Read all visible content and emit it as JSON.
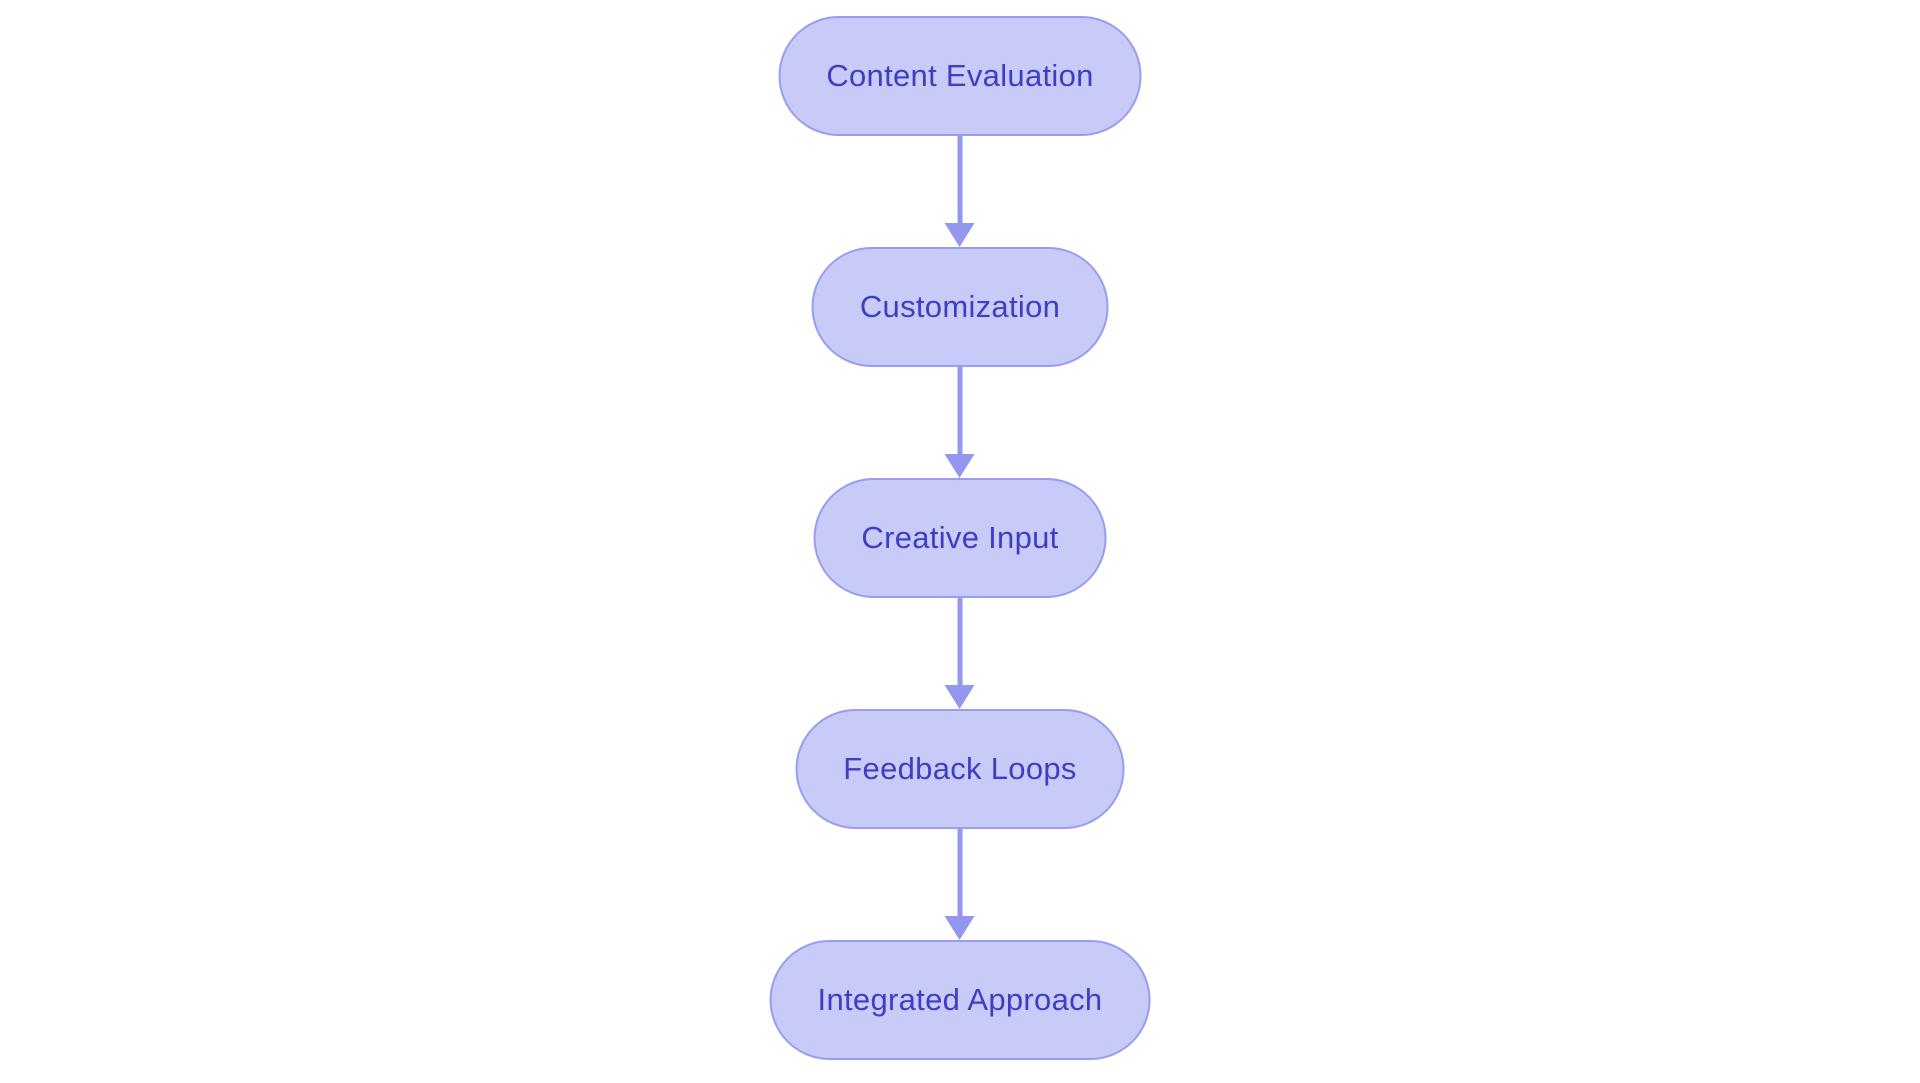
{
  "diagram": {
    "type": "flowchart",
    "direction": "top-down",
    "nodes": [
      {
        "id": "content-evaluation",
        "label": "Content Evaluation"
      },
      {
        "id": "customization",
        "label": "Customization"
      },
      {
        "id": "creative-input",
        "label": "Creative Input"
      },
      {
        "id": "feedback-loops",
        "label": "Feedback Loops"
      },
      {
        "id": "integrated-approach",
        "label": "Integrated Approach"
      }
    ],
    "edges": [
      {
        "from": "content-evaluation",
        "to": "customization"
      },
      {
        "from": "customization",
        "to": "creative-input"
      },
      {
        "from": "creative-input",
        "to": "feedback-loops"
      },
      {
        "from": "feedback-loops",
        "to": "integrated-approach"
      }
    ]
  },
  "theme": {
    "node-fill": "#c8cbf8",
    "node-border": "#989df0",
    "node-text": "#3d3ec2",
    "arrow-color": "#9298ef",
    "background": "#ffffff"
  }
}
